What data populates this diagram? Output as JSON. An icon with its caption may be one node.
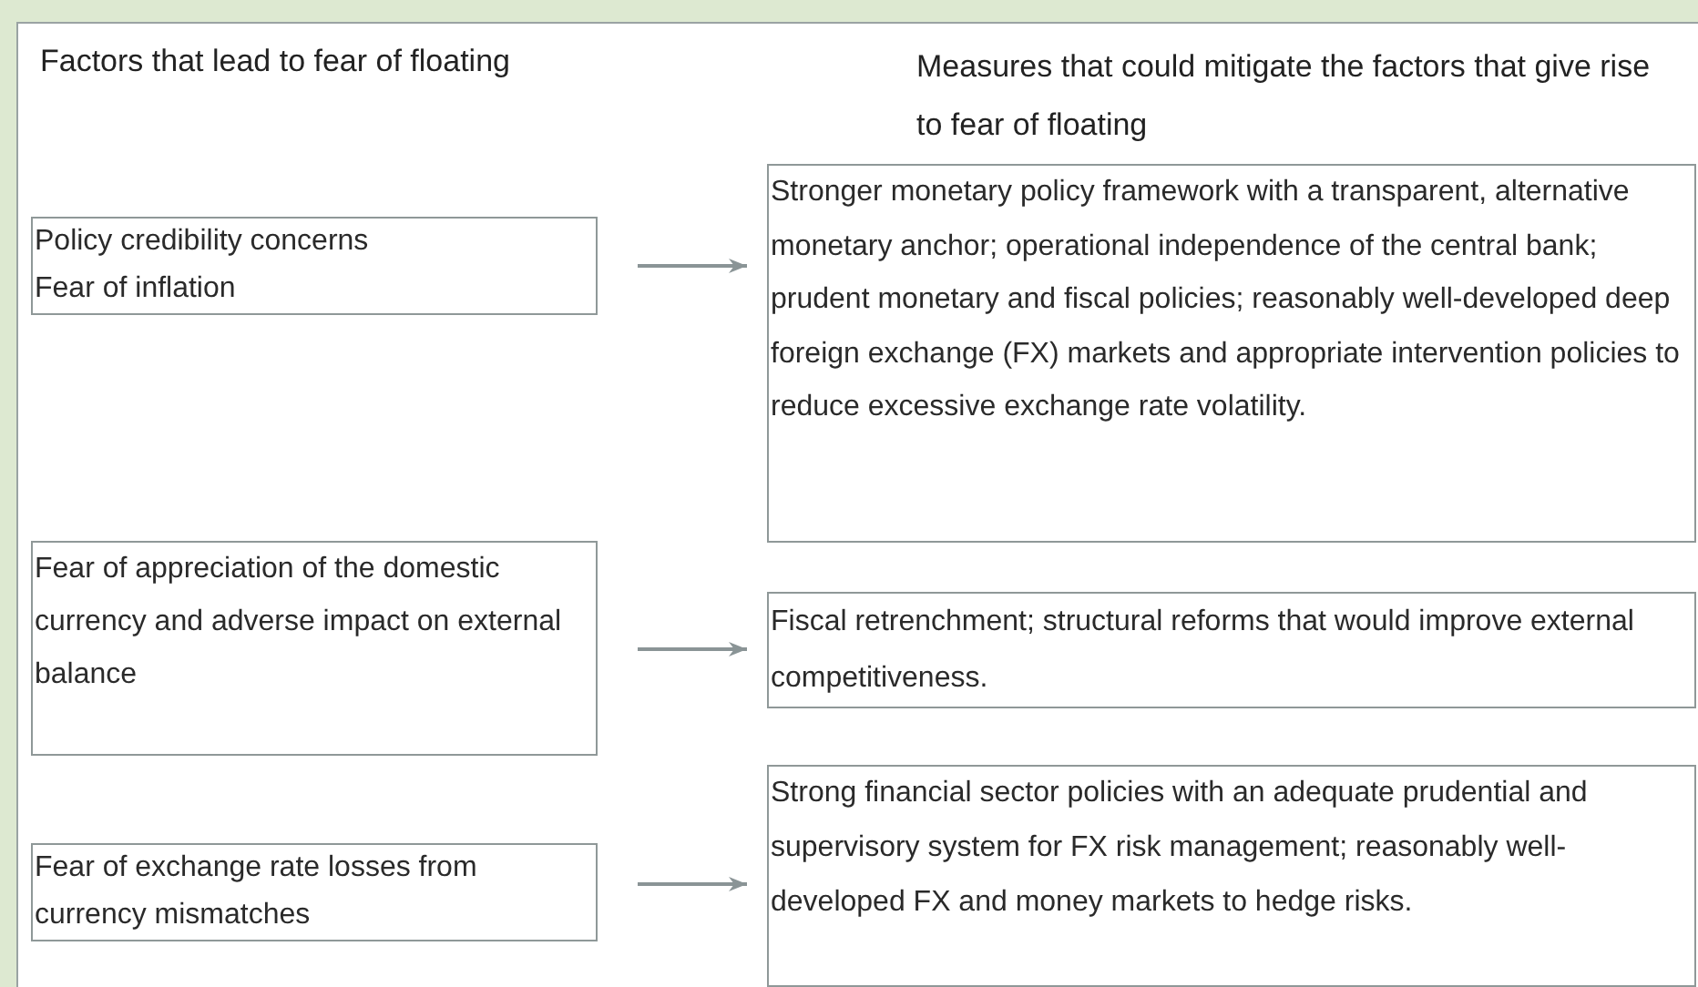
{
  "diagram": {
    "nodes": [
      {
        "text": [
          "Policy credibility concerns",
          "Fear of inflation"
        ]
      },
      {
        "text": [
          "Stronger monetary policy framework with a transparent, alternative monetary anchor; operational independence of the central bank; prudent monetary and fiscal policies; reasonably well-developed deep foreign exchange (FX) markets and appropriate intervention policies to reduce excessive exchange rate volatility."
        ]
      },
      {
        "text": [
          "Fear of appreciation of the domestic currency and adverse impact on external balance"
        ]
      },
      {
        "text": [
          "Fiscal retrenchment; structural reforms that would improve external competitiveness."
        ]
      },
      {
        "text": [
          "Fear of exchange rate losses from currency mismatches"
        ]
      },
      {
        "text": [
          "Strong financial sector policies with an adequate prudential and supervisory system for FX risk management; reasonably well-developed FX and money markets to hedge risks."
        ]
      }
    ],
    "edges": [
      {
        "from": 0,
        "to": 1,
        "arrow": "to"
      },
      {
        "from": 2,
        "to": 3,
        "arrow": "to"
      },
      {
        "from": 4,
        "to": 5,
        "arrow": "to"
      }
    ],
    "labels": [
      "Factors that lead to fear of floating",
      "Measures that could mitigate the factors that give rise to fear of floating"
    ]
  }
}
